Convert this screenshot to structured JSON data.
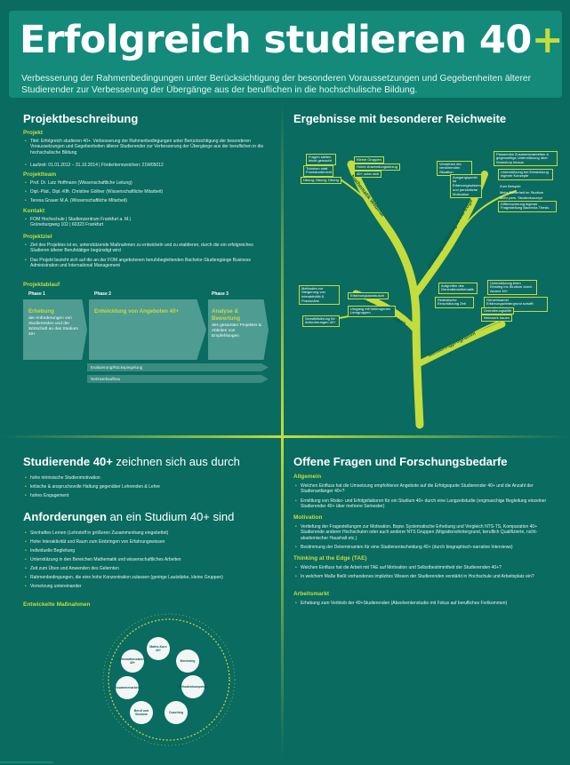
{
  "header": {
    "title_main": "Erfolgreich studieren 40",
    "title_plus": "+",
    "subtitle": "Verbesserung der Rahmenbedingungen unter Berücksichtigung der besonderen Voraussetzungen und Gegebenheiten älterer Studierender zur Verbesserung der Übergänge aus der beruflichen in die hochschulische Bildung."
  },
  "projekt": {
    "heading": "Projektbeschreibung",
    "projekt_label": "Projekt",
    "projekt_items": [
      "Titel: Erfolgreich studieren 40+. Verbesserung der Rahmenbedingungen unter Berücksichtigung der besonderen Voraussetzungen und Gegebenheiten älterer Studierender zur Verbesserung der Übergänge aus der beruflichen in die hochschulische Bildung",
      "Laufzeit: 01.01.2012 – 31.10.2014 | Förderkennzeichen: 21W05012"
    ],
    "team_label": "Projektteam",
    "team_items": [
      "Prof. Dr. Lutz Hoffmann (Wissenschaftliche Leitung)",
      "Dipl.-Päd., Dipl.-Kffr. Christine Göllner (Wissenschaftliche Mitarbeit)",
      "Teresa Grauer M.A. (Wissenschaftliche Mitarbeit)"
    ],
    "kontakt_label": "Kontakt",
    "kontakt_items": [
      "FOM Hochschule | Studienzentrum Frankfurt a. M.| Grüneburgweg 102 | 60323 Frankfurt"
    ],
    "ziel_label": "Projektziel",
    "ziel_items": [
      "Ziel des Projektes ist es, unterstützende Maßnahmen zu entwickeln und zu etablieren, durch die ein erfolgreiches Studieren älterer Berufstätiger begünstigt wird",
      "Das Projekt bezieht sich auf die an der FOM angebotenen berufsbegleitenden Bachelor-Studiengänge Business Administration und International Management"
    ],
    "ablauf_label": "Projektablauf",
    "phases": [
      {
        "head": "Phase 1",
        "title": "Erhebung",
        "body": "der Anforderungen von Studierenden und der Wirtschaft an das Studium 40+"
      },
      {
        "head": "Phase 2",
        "title": "Entwicklung von Angeboten 40+",
        "body": ""
      },
      {
        "head": "Phase 3",
        "title": "Analyse & Bewertung",
        "body": "des gesamten Projektes & Ableiten von Empfehlungen"
      }
    ],
    "bar1": "Evaluierung/Rückspiegelung",
    "bar2": "Netzwerkaufbau"
  },
  "ergebnisse": {
    "heading": "Ergebnisse mit besonderer Reichweite",
    "branches": [
      "Mathematik Webinar",
      "Workshop: Thinking at the Edge",
      "Dozentenschulungen",
      "Mentoringprogramm"
    ],
    "tags_ml": [
      "Fragen stellen leicht gemacht",
      "Tutorium statt Frontalunterricht",
      "Übung, Übung, Übung",
      "Kleine Gruppen",
      "Hoher Anwendungsbezug",
      "40+ unter sich"
    ],
    "tags_tr_left": [
      "Verstehen der verstörenden Situation",
      "Ausgangspunkt ist Erfahrungswissen und persönliche Motivation"
    ],
    "tags_tr_right": [
      "Passendes Zusammenarbeiten & gegenseitige Unterstützung über Workshop hinaus",
      "Unterstützung bei Entwicklung eigener Konzepte",
      "Zum Beispiel:",
      "Mehr Sicherheit im Studium",
      "Mehr pers. Studienkonzept",
      "Differenzierung eigener Fragestellung Bachelor-Thesis"
    ],
    "tags_bl": [
      "Methoden zur Steigerung von Interaktivität & Praxisnähe",
      "Erfahrungsaustausch",
      "Umgang mit heterogenen Lerngruppen",
      "Sensibilisierung für Anforderungen 40+"
    ],
    "tags_br": [
      "Aufgreifen des Generationsthematik",
      "Realistische Einschätzung Zeit",
      "Unterstützung beim Einstieg ins Studium durch Alumni 40+",
      "Gemeinsamer Erfahrungshintergrund schafft Verständnis",
      "Orientierungshilfe",
      "Netzwerk bauen"
    ]
  },
  "studierende": {
    "heading_bold": "Studierende 40+",
    "heading_light": " zeichnen sich aus durch",
    "items": [
      "hohe intrinsische Studienmotivation",
      "kritische & anspruchsvolle Haltung gegenüber Lehrenden & Lehre",
      "hohes Engagement"
    ]
  },
  "anforderungen": {
    "heading_bold": "Anforderungen",
    "heading_light": " an ein Studium 40+ sind",
    "items": [
      "Sinnhaftes Lernen (Lehrstoff in größeren Zusammenhang eingebettet)",
      "Hohe Interaktivität und Raum zum Einbringen von Erfahrungswissen",
      "Individuelle Begleitung",
      "Unterstützung in den Bereichen Mathematik und wissenschaftliches Arbeiten",
      "Zeit zum Üben und Anwenden des Gelernten",
      "Rahmenbedingungen, die eine hohe Konzentration zulassen (geringe Lautstärke, kleine Gruppen)",
      "Vernetzung untereinander"
    ],
    "massnahmen_label": "Entwickelte Maßnahmen",
    "circles": [
      "Mathe-Kurs 40+",
      "Mentoring",
      "Methodenkompetenz",
      "Coaching",
      "Beruf und Studium",
      "Zusammenarbeit",
      "Informationsabend 40+"
    ]
  },
  "offene": {
    "heading": "Offene Fragen und Forschungsbedarfe",
    "sections": [
      {
        "label": "Allgemein",
        "items": [
          "Welchen Einfluss hat die Umsetzung empfohlener Angebote auf die Erfolgsquote Studierender 40+ und die Anzahl der Studienanfänger 40+?",
          "Ermittlung von Risiko- und Erfolgsfaktoren für ein Studium 40+ durch eine Langzeitstudie (engmaschige Begleitung einzelner Studierender 40+ über mehrere Semester)"
        ]
      },
      {
        "label": "Motivation",
        "items": [
          "Vertiefung der Fragestellungen zur Motivation. Bspw. Systematische Erhebung und Vergleich NTS-TS, Komparation 40+ Studierende anderer Hochschulen oder auch anderer NTS Gruppen (Migrationshintergrund, beruflich Qualifizierte, nicht-akademischer Haushalt etc.)",
          "Bestimmung der Determinanten für eine Studienentscheidung 40+ (durch biographisch-narrative Interviews)"
        ]
      },
      {
        "label": "Thinking at the Edge (TAE)",
        "items": [
          "Welchen Einfluss hat die Arbeit mit TAE auf Motivation und Selbstbestimmtheit der Studierenden 40+?",
          "In welchem Maße fließt vorhandenes implizites Wissen der Studierenden verstärkt in Hochschule und Arbeitsplatz ein?"
        ]
      },
      {
        "label": "Arbeitsmarkt",
        "items": [
          "Erhebung zum Verbleib der 40+Studierenden (Absolventenstudie mit Fokus auf berufliches Fortkommen)"
        ]
      }
    ]
  }
}
